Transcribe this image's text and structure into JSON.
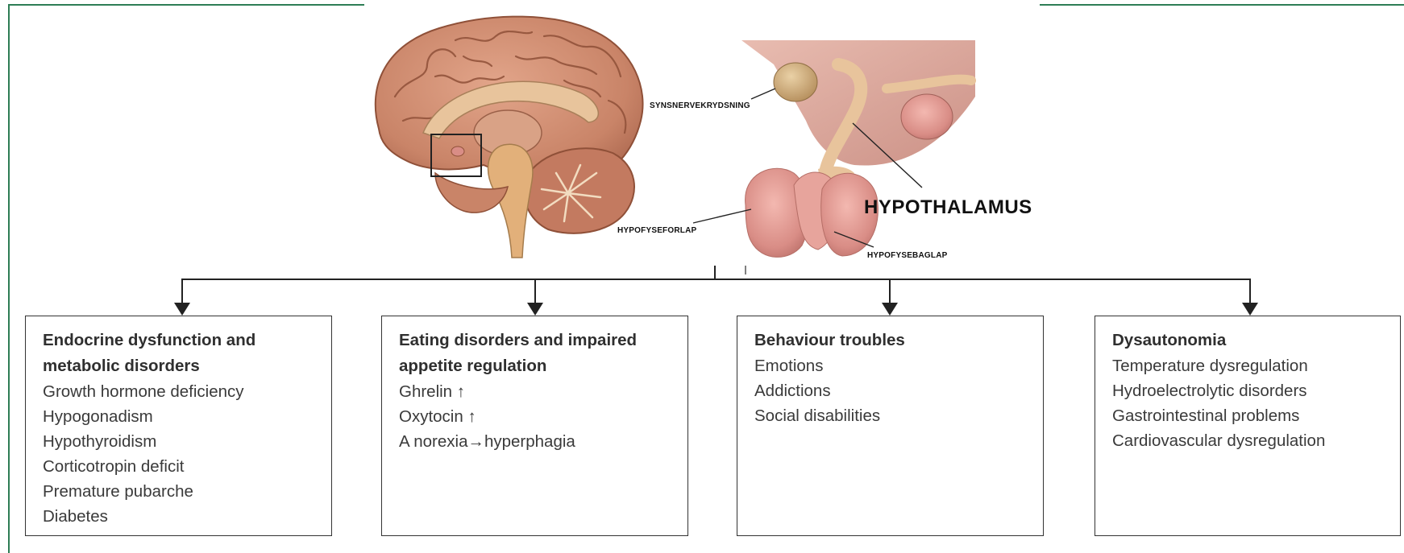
{
  "labels": {
    "optic_chiasm": "SYNSNERVEKRYDSNING",
    "anterior_pituitary": "HYPOFYSEFORLAP",
    "posterior_pituitary": "HYPOFYSEBAGLAP",
    "hypothalamus": "HYPOTHALAMUS"
  },
  "boxes": [
    {
      "title": "Endocrine dysfunction and metabolic disorders",
      "items": [
        "Growth hormone deficiency",
        "Hypogonadism",
        "Hypothyroidism",
        "Corticotropin deficit",
        "Premature pubarche",
        "Diabetes"
      ]
    },
    {
      "title": "Eating disorders and impaired appetite regulation",
      "items": [
        "Ghrelin ↑",
        "Oxytocin ↑",
        "A norexia→hyperphagia"
      ]
    },
    {
      "title": "Behaviour troubles",
      "items": [
        "Emotions",
        "Addictions",
        "Social disabilities"
      ]
    },
    {
      "title": "Dysautonomia",
      "items": [
        "Temperature dysregulation",
        "Hydroelectrolytic disorders",
        "Gastrointestinal problems",
        "Cardiovascular dysregulation"
      ]
    }
  ],
  "colors": {
    "frame": "#2e7d55",
    "connector": "#222222",
    "brain_cortex": "#c98468",
    "gland": "#d98d86"
  }
}
